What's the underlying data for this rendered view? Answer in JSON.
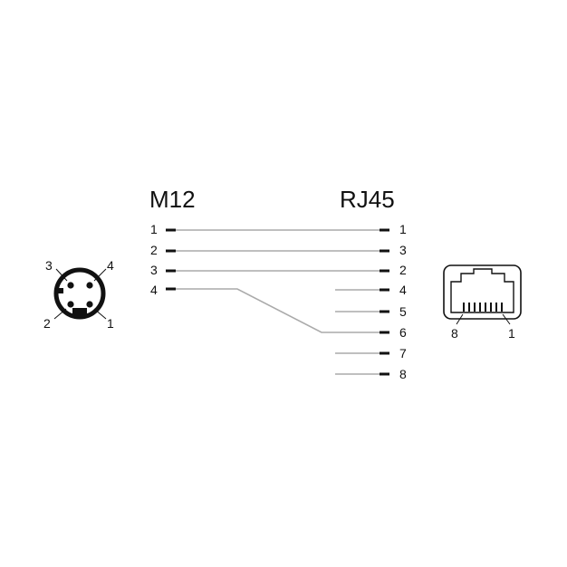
{
  "m12": {
    "title": "M12",
    "pins": [
      "1",
      "2",
      "3",
      "4"
    ],
    "face_labels": {
      "top_left": "3",
      "top_right": "4",
      "bottom_left": "2",
      "bottom_right": "1"
    }
  },
  "rj45": {
    "title": "RJ45",
    "pins": [
      "1",
      "3",
      "2",
      "4",
      "5",
      "6",
      "7",
      "8"
    ],
    "face_labels": {
      "left": "8",
      "right": "1"
    }
  },
  "wiring": [
    {
      "from": "1",
      "to": "1"
    },
    {
      "from": "2",
      "to": "3"
    },
    {
      "from": "3",
      "to": "2"
    },
    {
      "from": "4",
      "to": "6"
    }
  ]
}
